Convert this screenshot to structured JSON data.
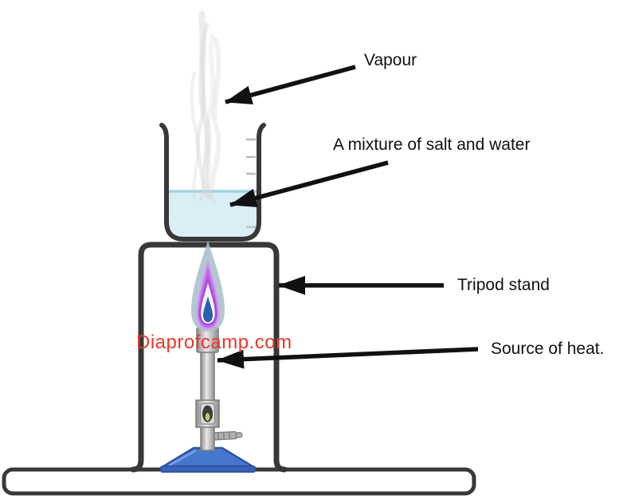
{
  "labels": {
    "vapour": "Vapour",
    "mixture": "A mixture of salt and water",
    "tripod": "Tripod stand",
    "heat": "Source of heat."
  },
  "watermark": "Diaprofcamp.com",
  "colors": {
    "outline": "#383838",
    "label_text": "#111111",
    "arrow": "#111111",
    "water_fill": "#daeef6",
    "water_line": "#9fd2e2",
    "graduation_tick": "#b9b9b9",
    "smoke": "#d4d4d4",
    "flame_outer": "#a9bfcb",
    "flame_purple": "#c06ae8",
    "flame_ring": "#a44fd8",
    "flame_core": "#2e5fa9",
    "metal_light": "#e8e8e8",
    "metal_dark": "#8f8f8f",
    "burner_base": "#4677cc",
    "burner_base_edge": "#2d55a5",
    "watermark_red": "#e8392b"
  }
}
